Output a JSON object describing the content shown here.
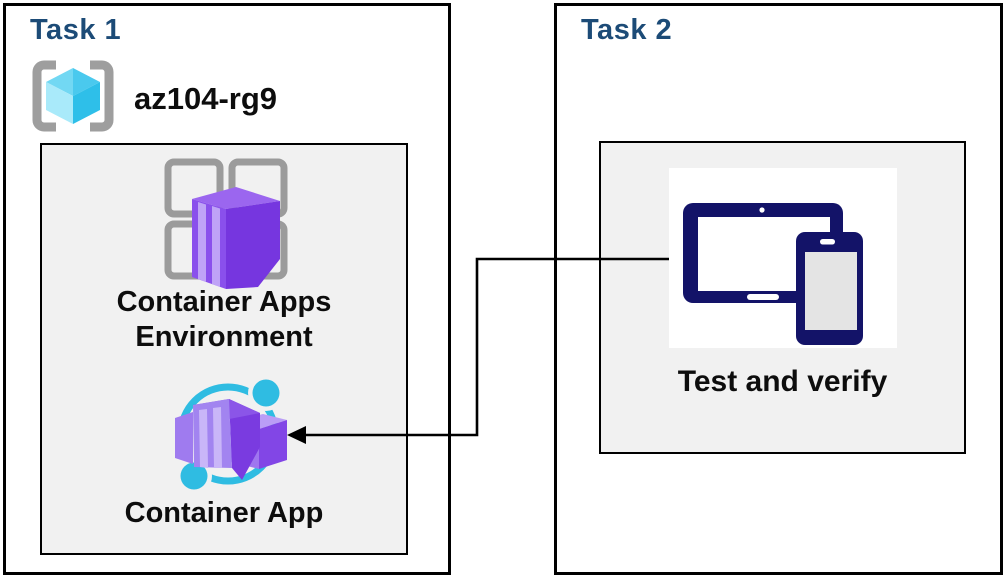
{
  "task1": {
    "title": "Task 1",
    "resource_group_name": "az104-rg9",
    "environment_label": "Container Apps Environment",
    "container_app_label": "Container App"
  },
  "task2": {
    "title": "Task 2",
    "test_label": "Test and verify"
  },
  "icons": {
    "resource_group": "azure-resource-group-icon",
    "container_apps_environment": "container-apps-environment-icon",
    "container_app": "container-app-icon",
    "devices": "tablet-and-phone-icon"
  },
  "connector": {
    "from": "test-and-verify",
    "to": "container-app",
    "style": "elbow-arrow-left"
  },
  "colors": {
    "task_title": "#1C4B77",
    "label_text": "#0d0d0d",
    "inner_box_bg": "#F1F1F1",
    "border": "#000000",
    "cyan_accent": "#2FBCE2",
    "purple_front": "#A284F0",
    "purple_top": "#9B66EF",
    "purple_right": "#7636DF",
    "purple_stripe": "#C9B6F8",
    "rg_cube_light": "#A9EAFA",
    "rg_cube_mid": "#4AC9EE",
    "rg_cube_dark": "#2EBFE9",
    "bracket_gray": "#9E9E9E",
    "grid_gray": "#9B9B9B",
    "device_navy": "#131368",
    "phone_screen": "#E4E4E4"
  }
}
